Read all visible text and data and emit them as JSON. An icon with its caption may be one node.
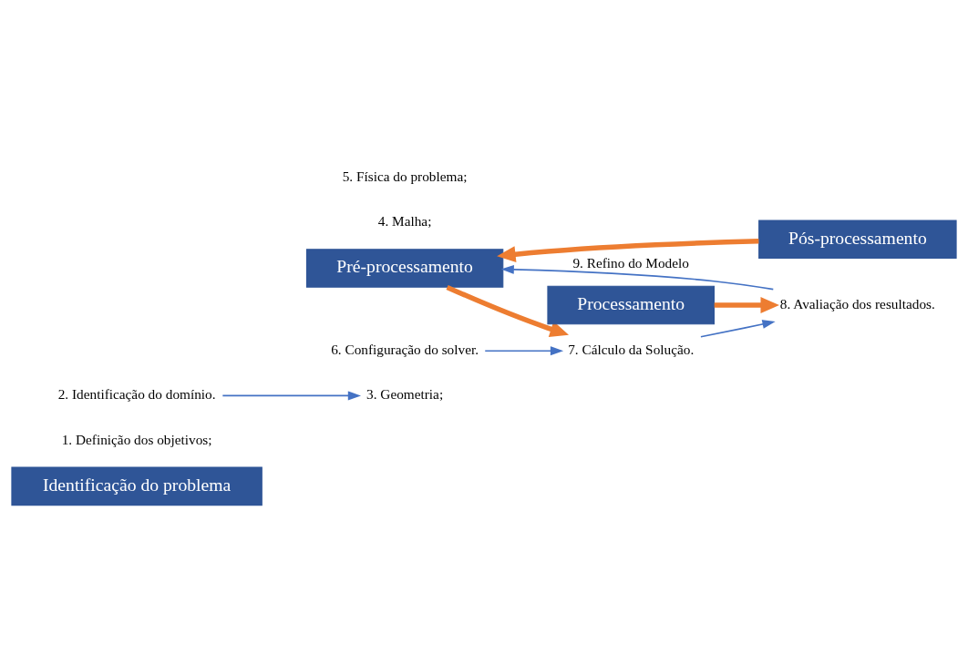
{
  "diagram": {
    "nodes": [
      {
        "text": [
          "Identificação do problema"
        ]
      },
      {
        "text": [
          "1. Definição dos objetivos;"
        ]
      },
      {
        "text": [
          "2. Identificação do domínio."
        ]
      },
      {
        "text": [
          "Pré-processamento"
        ]
      },
      {
        "text": [
          "3. Geometria;"
        ]
      },
      {
        "text": [
          "4. Malha;"
        ]
      },
      {
        "text": [
          "5. Física do problema;"
        ]
      },
      {
        "text": [
          "6. Configuração do solver."
        ]
      },
      {
        "text": [
          "Processamento"
        ]
      },
      {
        "text": [
          "7. Cálculo da Solução."
        ]
      },
      {
        "text": [
          "Pós-processamento"
        ]
      },
      {
        "text": [
          "8. Avaliação dos resultados."
        ]
      }
    ],
    "edges": [
      {
        "from": 2,
        "to": 4,
        "arrow": "to",
        "color": "#4472c4"
      },
      {
        "from": 7,
        "to": 9,
        "arrow": "to",
        "color": "#4472c4"
      },
      {
        "from": 3,
        "to": 9,
        "arrow": "to",
        "style": "thick",
        "color": "#ed7d31"
      },
      {
        "from": 9,
        "to": 11,
        "arrow": "to",
        "color": "#4472c4"
      },
      {
        "from": 8,
        "to": 11,
        "arrow": "to",
        "style": "thick",
        "color": "#ed7d31"
      },
      {
        "from": 10,
        "to": 3,
        "arrow": "to",
        "style": "thick",
        "color": "#ed7d31"
      },
      {
        "from": 11,
        "to": 3,
        "arrow": "to",
        "label": "9. Refino do Modelo",
        "color": "#4472c4"
      }
    ]
  }
}
